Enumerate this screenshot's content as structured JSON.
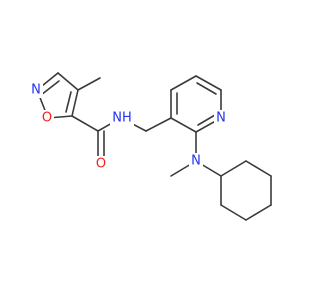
{
  "molecule": {
    "atoms": {
      "oxazole_n": {
        "label": "N",
        "color": "#2233ee"
      },
      "oxazole_o": {
        "label": "O",
        "color": "#ee2222"
      },
      "amide_nh": {
        "label": "NH",
        "color": "#2233ee"
      },
      "carbonyl_o": {
        "label": "O",
        "color": "#ee2222"
      },
      "pyridine_n": {
        "label": "N",
        "color": "#2233ee"
      },
      "amine_n": {
        "label": "N",
        "color": "#2233ee"
      }
    }
  }
}
